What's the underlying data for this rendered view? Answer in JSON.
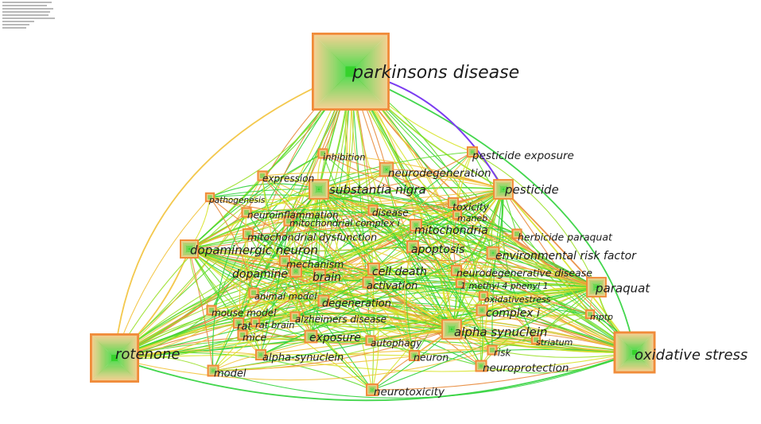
{
  "diagram": {
    "background": "#ffffff",
    "palette": {
      "node_outer": "#f08c3a",
      "node_fill_outer": "#f5c57a",
      "node_fill_inner": "#36d22c",
      "link_colors": [
        "#2fd23a",
        "#5ddc2e",
        "#9be02a",
        "#d8e32a",
        "#f2c23a",
        "#e88a3a",
        "#7b3cf0"
      ]
    },
    "nodes": [
      {
        "id": "pd",
        "label": "parkinsons disease",
        "weight": 10
      },
      {
        "id": "rotenone",
        "label": "rotenone",
        "weight": 6
      },
      {
        "id": "ox",
        "label": "oxidative stress",
        "weight": 5
      },
      {
        "id": "sn",
        "label": "substantia nigra",
        "weight": 2.2
      },
      {
        "id": "dn",
        "label": "dopaminergic neuron",
        "weight": 2
      },
      {
        "id": "pest",
        "label": "pesticide",
        "weight": 2.2
      },
      {
        "id": "asyn",
        "label": "alpha synuclein",
        "weight": 2.2
      },
      {
        "id": "paraquat",
        "label": "paraquat",
        "weight": 2.2
      },
      {
        "id": "neurodeg",
        "label": "neurodegeneration",
        "weight": 1.4
      },
      {
        "id": "exposure",
        "label": "exposure",
        "weight": 1.2
      },
      {
        "id": "erf",
        "label": "environmental risk factor",
        "weight": 1.2
      },
      {
        "id": "mito",
        "label": "mitochondria",
        "weight": 1.1
      },
      {
        "id": "apop",
        "label": "apoptosis",
        "weight": 1.1
      },
      {
        "id": "dopamine",
        "label": "dopamine",
        "weight": 1.1
      },
      {
        "id": "brain",
        "label": "brain",
        "weight": 1.1
      },
      {
        "id": "celldeath",
        "label": "cell death",
        "weight": 1.1
      },
      {
        "id": "activation",
        "label": "activation",
        "weight": 1
      },
      {
        "id": "degeneration",
        "label": "degeneration",
        "weight": 1
      },
      {
        "id": "complexi",
        "label": "complex i",
        "weight": 1
      },
      {
        "id": "neuroprot",
        "label": "neuroprotection",
        "weight": 1
      },
      {
        "id": "neurotox",
        "label": "neurotoxicity",
        "weight": 1.1
      },
      {
        "id": "model",
        "label": "model",
        "weight": 1
      },
      {
        "id": "alphasyn2",
        "label": "alpha-synuclein",
        "weight": 0.9
      },
      {
        "id": "neuron",
        "label": "neuron",
        "weight": 0.9
      },
      {
        "id": "risk",
        "label": "risk",
        "weight": 0.8
      },
      {
        "id": "mechanism",
        "label": "mechanism",
        "weight": 0.9
      },
      {
        "id": "mitodys",
        "label": "mitochondrial dysfunction",
        "weight": 0.9
      },
      {
        "id": "mitocx",
        "label": "mitochondrial complex i",
        "weight": 0.8
      },
      {
        "id": "neuroinfl",
        "label": "neuroinflammation",
        "weight": 0.8
      },
      {
        "id": "disease",
        "label": "disease",
        "weight": 0.8
      },
      {
        "id": "toxicity",
        "label": "toxicity",
        "weight": 0.9
      },
      {
        "id": "maneb",
        "label": "maneb",
        "weight": 0.7
      },
      {
        "id": "expression",
        "label": "expression",
        "weight": 0.8
      },
      {
        "id": "pathogenesis",
        "label": "pathogenesis",
        "weight": 0.7
      },
      {
        "id": "inhibition",
        "label": "inhibition",
        "weight": 0.8
      },
      {
        "id": "pestexp",
        "label": "pesticide exposure",
        "weight": 0.9
      },
      {
        "id": "herbpara",
        "label": "herbicide paraquat",
        "weight": 0.8
      },
      {
        "id": "ndd",
        "label": "neurodegenerative disease",
        "weight": 0.9
      },
      {
        "id": "mptp4",
        "label": "1 methyl 4 phenyl 1",
        "weight": 0.7
      },
      {
        "id": "oxstress2",
        "label": "oxidativestress",
        "weight": 0.7
      },
      {
        "id": "mptp",
        "label": "mptp",
        "weight": 0.7
      },
      {
        "id": "striatum",
        "label": "striatum",
        "weight": 0.7
      },
      {
        "id": "autophagy",
        "label": "autophagy",
        "weight": 0.8
      },
      {
        "id": "alz",
        "label": "alzheimers disease",
        "weight": 0.8
      },
      {
        "id": "animal",
        "label": "animal model",
        "weight": 0.8
      },
      {
        "id": "mouse",
        "label": "mouse model",
        "weight": 0.8
      },
      {
        "id": "ratbrain",
        "label": "rat brain",
        "weight": 0.7
      },
      {
        "id": "rat",
        "label": "rat",
        "weight": 0.9
      },
      {
        "id": "mice",
        "label": "mice",
        "weight": 0.8
      }
    ]
  }
}
